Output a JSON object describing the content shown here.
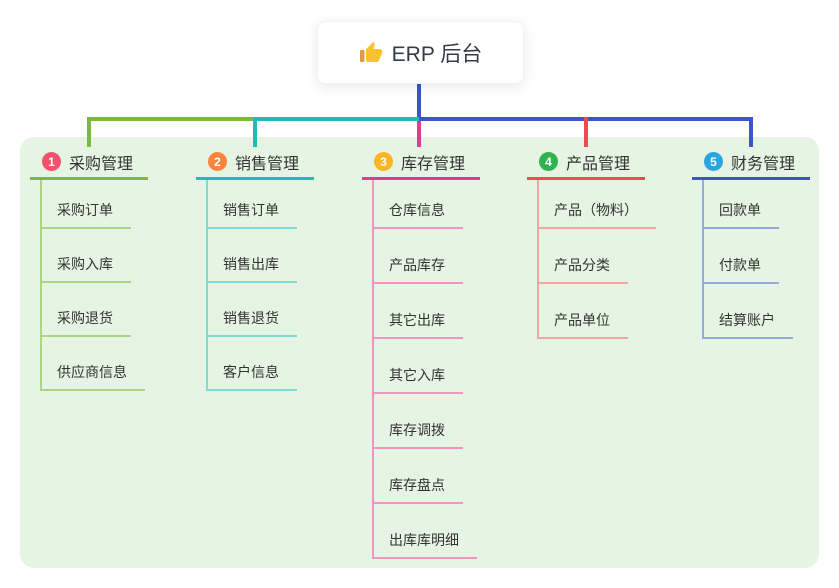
{
  "root": {
    "title": "ERP 后台",
    "icon": "thumbs-up-icon"
  },
  "connectors": {
    "root_color": "#3d55cb"
  },
  "panel": {
    "background": "#e6f5e3"
  },
  "icon_colors": {
    "thumb_hand": "#f9c22e",
    "thumb_cuff": "#e09b3d"
  },
  "branches": [
    {
      "num": "1",
      "label": "采购管理",
      "badge_color": "#f4516c",
      "line_color": "#7cb93e",
      "child_line_color": "#abd584",
      "children": [
        "采购订单",
        "采购入库",
        "采购退货",
        "供应商信息"
      ]
    },
    {
      "num": "2",
      "label": "销售管理",
      "badge_color": "#f9863c",
      "line_color": "#17bebb",
      "child_line_color": "#7edcd6",
      "children": [
        "销售订单",
        "销售出库",
        "销售退货",
        "客户信息"
      ]
    },
    {
      "num": "3",
      "label": "库存管理",
      "badge_color": "#fbb428",
      "line_color": "#e23a8e",
      "child_line_color": "#f294c3",
      "children": [
        "仓库信息",
        "产品库存",
        "其它出库",
        "其它入库",
        "库存调拨",
        "库存盘点",
        "出库库明细"
      ]
    },
    {
      "num": "4",
      "label": "产品管理",
      "badge_color": "#2fb350",
      "line_color": "#ee4b50",
      "child_line_color": "#f8a3a4",
      "children": [
        "产品（物料）",
        "产品分类",
        "产品单位"
      ]
    },
    {
      "num": "5",
      "label": "财务管理",
      "badge_color": "#2aa5df",
      "line_color": "#3d55cb",
      "child_line_color": "#94a7e2",
      "children": [
        "回款单",
        "付款单",
        "结算账户"
      ]
    }
  ]
}
